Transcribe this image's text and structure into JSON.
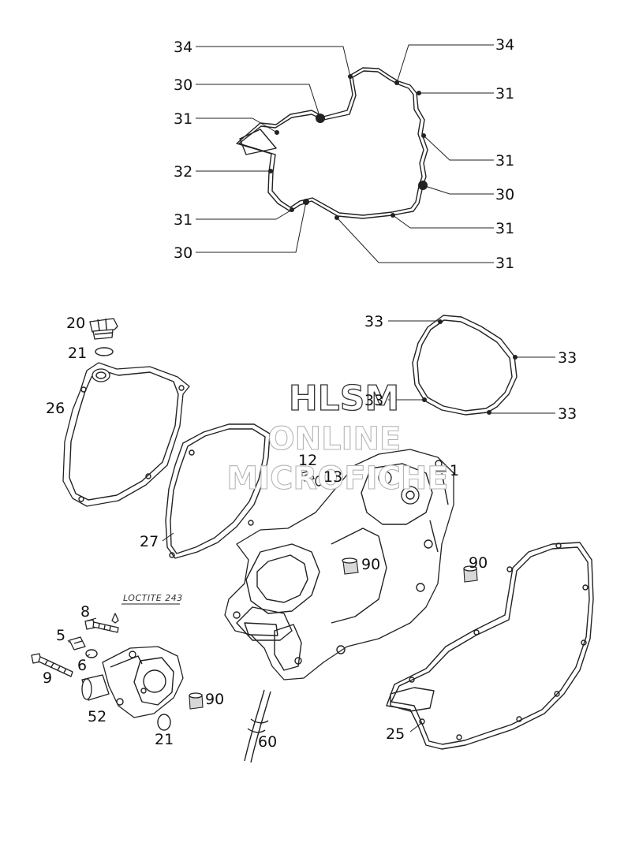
{
  "callouts": [
    {
      "id": "l1",
      "text": "34"
    },
    {
      "id": "l2",
      "text": "34"
    },
    {
      "id": "l3",
      "text": "30"
    },
    {
      "id": "l4",
      "text": "31"
    },
    {
      "id": "l5",
      "text": "31"
    },
    {
      "id": "l6",
      "text": "31"
    },
    {
      "id": "l7",
      "text": "32"
    },
    {
      "id": "l8",
      "text": "30"
    },
    {
      "id": "l9",
      "text": "31"
    },
    {
      "id": "l10",
      "text": "31"
    },
    {
      "id": "l11",
      "text": "30"
    },
    {
      "id": "l12",
      "text": "31"
    },
    {
      "id": "l13",
      "text": "20"
    },
    {
      "id": "l14",
      "text": "21"
    },
    {
      "id": "l15",
      "text": "33"
    },
    {
      "id": "l16",
      "text": "33"
    },
    {
      "id": "l17",
      "text": "26"
    },
    {
      "id": "l18",
      "text": "33"
    },
    {
      "id": "l19",
      "text": "33"
    },
    {
      "id": "l20",
      "text": "12"
    },
    {
      "id": "l21",
      "text": "13"
    },
    {
      "id": "l22",
      "text": "1"
    },
    {
      "id": "l23",
      "text": "27"
    },
    {
      "id": "l24",
      "text": "90"
    },
    {
      "id": "l25",
      "text": "90"
    },
    {
      "id": "l26",
      "text": "8"
    },
    {
      "id": "l27",
      "text": "5"
    },
    {
      "id": "l28",
      "text": "6"
    },
    {
      "id": "l29",
      "text": "9"
    },
    {
      "id": "l30",
      "text": "90"
    },
    {
      "id": "l31",
      "text": "52"
    },
    {
      "id": "l32",
      "text": "21"
    },
    {
      "id": "l33",
      "text": "60"
    },
    {
      "id": "l34",
      "text": "25"
    }
  ],
  "note": "LOCTITE 243",
  "watermark": {
    "line1": "HLSM",
    "line2": "ONLINE",
    "line3": "MICROFICHE"
  }
}
